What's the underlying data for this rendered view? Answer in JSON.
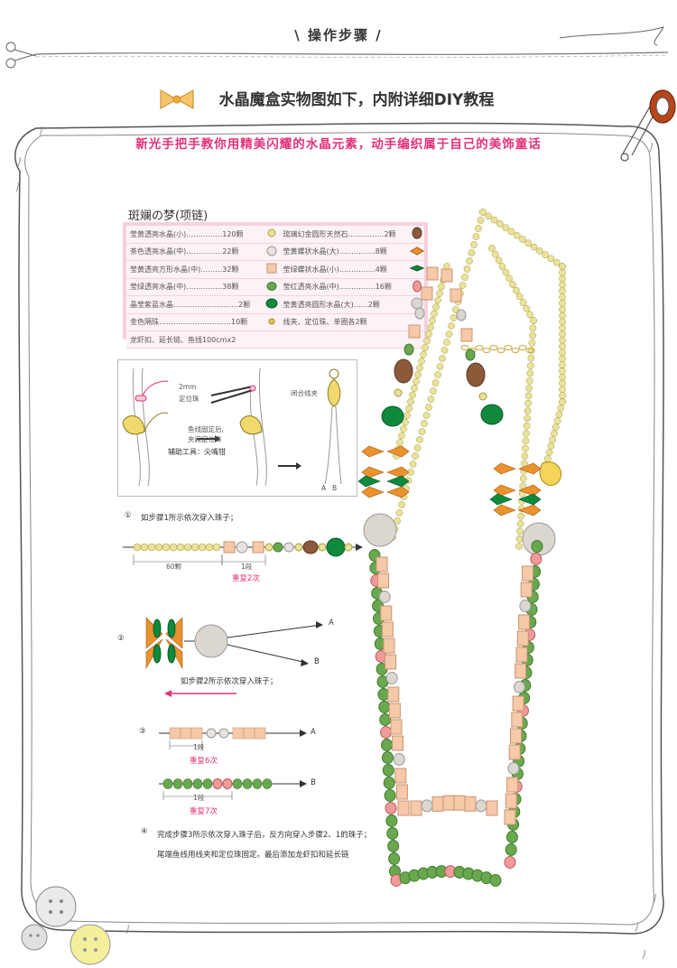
{
  "header": {
    "title": "\\ 操作步骤 /"
  },
  "banner": {
    "text": "水晶魔盒实物图如下，内附详细DIY教程"
  },
  "subtitle": {
    "text": "新光手把手教你用精美闪耀的水晶元素，动手编织属于自己的美饰童话"
  },
  "materials": {
    "title": "斑斓の梦(项链)",
    "rows": [
      {
        "left": "莹黄透亮水晶(小)……………120颗",
        "right": "琉璃幻金圆形天然石……………2颗"
      },
      {
        "left": "茶色透亮水晶(中)……………22颗",
        "right": "莹黄蝶状水晶(大)……………8颗"
      },
      {
        "left": "莹黄透亮方形水晶(中)………32颗",
        "right": "莹绿蝶状水晶(小)……………4颗"
      },
      {
        "left": "莹绿透亮水晶(中)……………38颗",
        "right": "莹红透亮水晶(中)……………16颗"
      },
      {
        "left": "晶莹紫蓝水晶………………………2颗",
        "right": "莹黄透亮圆形水晶(大)……2颗"
      },
      {
        "left": "金色隔珠…………………………10颗",
        "right": "线夹、定位珠、单圈各2颗"
      }
    ],
    "footer": "龙虾扣、延长链、鱼线100cmx2"
  },
  "tools": {
    "bead_2mm": "2mm",
    "bead_label": "定位珠",
    "fix_line1": "鱼线固定后,",
    "fix_line2": "夹扁定位珠",
    "aux_tool": "辅助工具：尖嘴钳",
    "close_clip": "闭合线夹",
    "end_a": "A",
    "end_b": "B"
  },
  "steps": {
    "s1_num": "①",
    "s1_text": "如步骤1所示依次穿入珠子；",
    "s1_count": "60颗",
    "s1_seg": "1段",
    "s1_repeat": "重复2次",
    "s2_num": "②",
    "s2_text": "如步骤2所示依次穿入珠子；",
    "s2_a": "A",
    "s2_b": "B",
    "s3_num": "③",
    "s3_a": "A",
    "s3_seg": "1段",
    "s3_repeat": "重复6次",
    "s3b_b": "B",
    "s3b_seg": "1段",
    "s3b_repeat": "重复7次",
    "s4_num": "④",
    "s4_text": "完成步骤3所示依次穿入珠子后，反方向穿入步骤2、1的珠子；",
    "s4_text2": "尾端鱼线用线夹和定位珠固定。最后添加龙虾扣和延长链"
  },
  "colors": {
    "pink_accent": "#e4317a",
    "bead_yellow": "#e9e29a",
    "bead_brown": "#8a5a3a",
    "bead_green": "#6aa84f",
    "bead_dark_green": "#0f8a3c",
    "bead_pink": "#f29a9a",
    "bead_peach": "#f6c9a8",
    "bead_gray": "#dcd6d0",
    "leaf_orange": "#e9922e"
  }
}
